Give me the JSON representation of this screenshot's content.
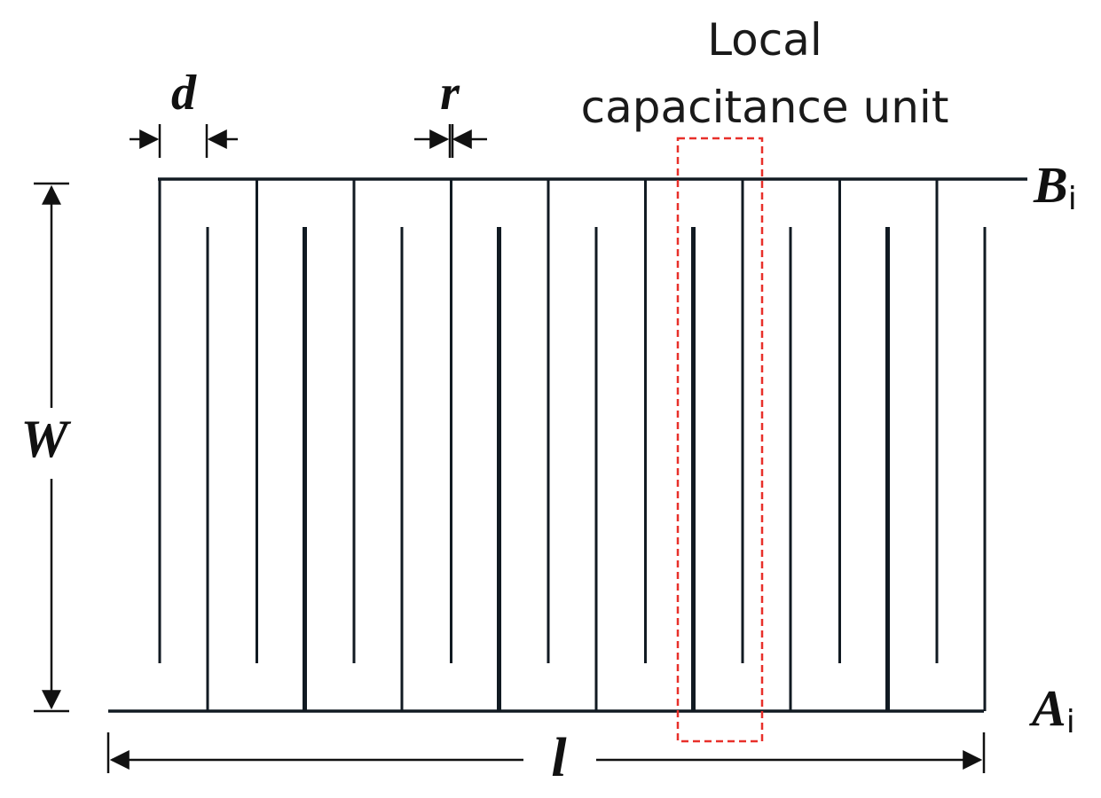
{
  "labels": {
    "unit_line1": "Local",
    "unit_line2": "capacitance unit",
    "d": "d",
    "r": "r",
    "W": "W",
    "l": "l",
    "B": "B",
    "B_sub": "i",
    "A": "A",
    "A_sub": "i"
  },
  "electrodes": {
    "top_fingers": 9,
    "bottom_fingers": 9
  },
  "colors": {
    "line": "#111a22",
    "highlight": "#e8302a"
  }
}
